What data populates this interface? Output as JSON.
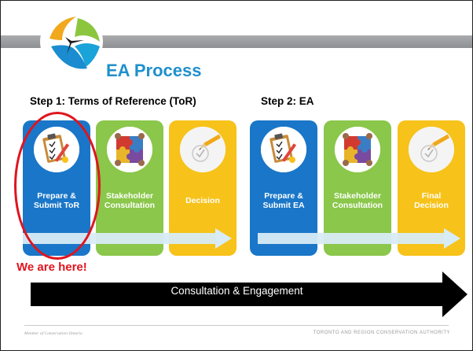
{
  "slide": {
    "title": "EA Process",
    "step1_heading": "Step 1: Terms of Reference (ToR)",
    "step2_heading": "Step 2: EA",
    "step1_boxes": [
      {
        "label": "Prepare &\nSubmit ToR",
        "color": "#1a76c8",
        "icon": "clipboard-icon"
      },
      {
        "label": "Stakeholder\nConsultation",
        "color": "#8ac74a",
        "icon": "puzzle-people-icon"
      },
      {
        "label": "Decision",
        "color": "#f7c21a",
        "icon": "check-pencil-icon"
      }
    ],
    "step2_boxes": [
      {
        "label": "Prepare &\nSubmit EA",
        "color": "#1a76c8",
        "icon": "clipboard-icon"
      },
      {
        "label": "Stakeholder\nConsultation",
        "color": "#8ac74a",
        "icon": "puzzle-people-icon"
      },
      {
        "label": "Final\nDecision",
        "color": "#f7c21a",
        "icon": "check-pencil-icon"
      }
    ],
    "here_label": "We are here!",
    "bottom_arrow_label": "Consultation & Engagement",
    "footer_left": "Member of Conservation Ontario",
    "footer_right": "TORONTO AND REGION CONSERVATION AUTHORITY",
    "accent_color": "#1f90cd",
    "highlight_color": "#e0141e"
  }
}
